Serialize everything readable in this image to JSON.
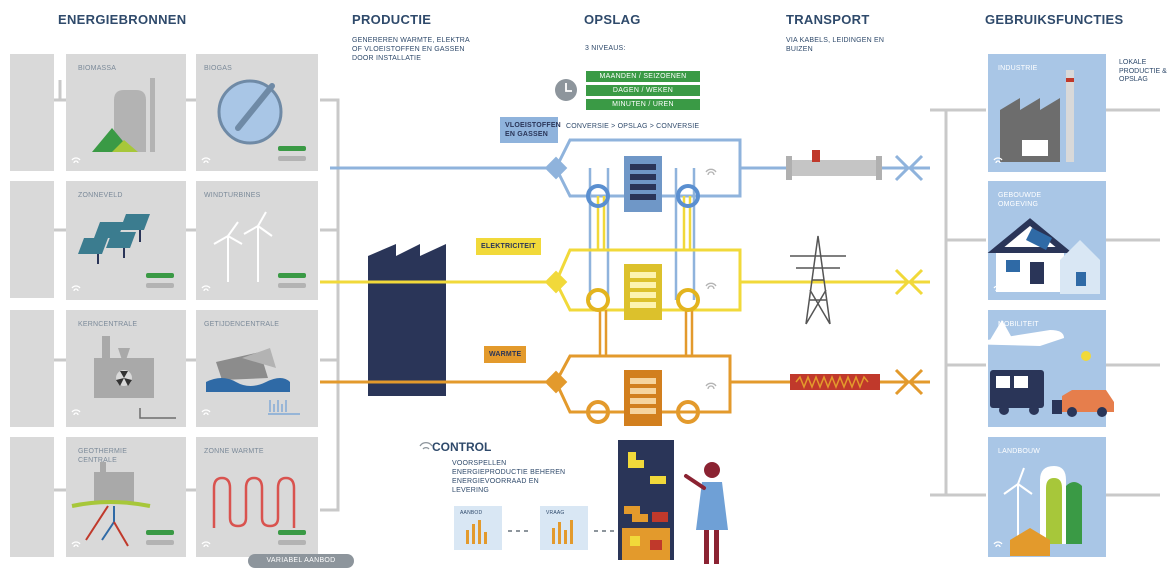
{
  "headers": {
    "sources": "ENERGIEBRONNEN",
    "production": "PRODUCTIE",
    "storage": "OPSLAG",
    "transport": "TRANSPORT",
    "uses": "GEBRUIKSFUNCTIES"
  },
  "production": {
    "subtitle": "GENEREREN WARMTE, ELEKTRA OF VLOEISTOFFEN EN GASSEN DOOR INSTALLATIE"
  },
  "storage": {
    "subtitle": "3 NIVEAUS:",
    "levels": [
      "MAANDEN / SEIZOENEN",
      "DAGEN / WEKEN",
      "MINUTEN / UREN"
    ],
    "conversion": "CONVERSIE > OPSLAG > CONVERSIE"
  },
  "transport": {
    "subtitle": "VIA KABELS, LEIDINGEN EN BUIZEN"
  },
  "sources": [
    "BIOMASSA",
    "BIOGAS",
    "ZONNEVELD",
    "WINDTURBINES",
    "KERNCENTRALE",
    "GETIJDENCENTRALE",
    "GEOTHERMIE CENTRALE",
    "ZONNE WARMTE"
  ],
  "carriers": {
    "gas": "VLOEISTOFFEN EN GASSEN",
    "electricity": "ELEKTRICITEIT",
    "heat": "WARMTE"
  },
  "uses": [
    "INDUSTRIE",
    "GEBOUWDE OMGEVING",
    "MOBILITEIT",
    "LANDBOUW"
  ],
  "callout": "LOKALE PRODUCTIE & OPSLAG",
  "variable_supply": "VARIABEL AANBOD",
  "control": {
    "title": "CONTROL",
    "subtitle": "VOORSPELLEN ENERGIEPRODUCTIE BEHEREN ENERGIEVOORRAAD EN LEVERING",
    "chart_labels": [
      "AANBOD",
      "VRAAG"
    ]
  },
  "colors": {
    "gas": "#8fb3dc",
    "gas_dark": "#6f97c7",
    "electricity": "#f1d93a",
    "heat": "#e39a2c",
    "panel_bg": "#d9d9d9",
    "use_bg": "#a9c6e6",
    "navy": "#2a3558",
    "header": "#2f4a6b",
    "green": "#3a9a45"
  }
}
